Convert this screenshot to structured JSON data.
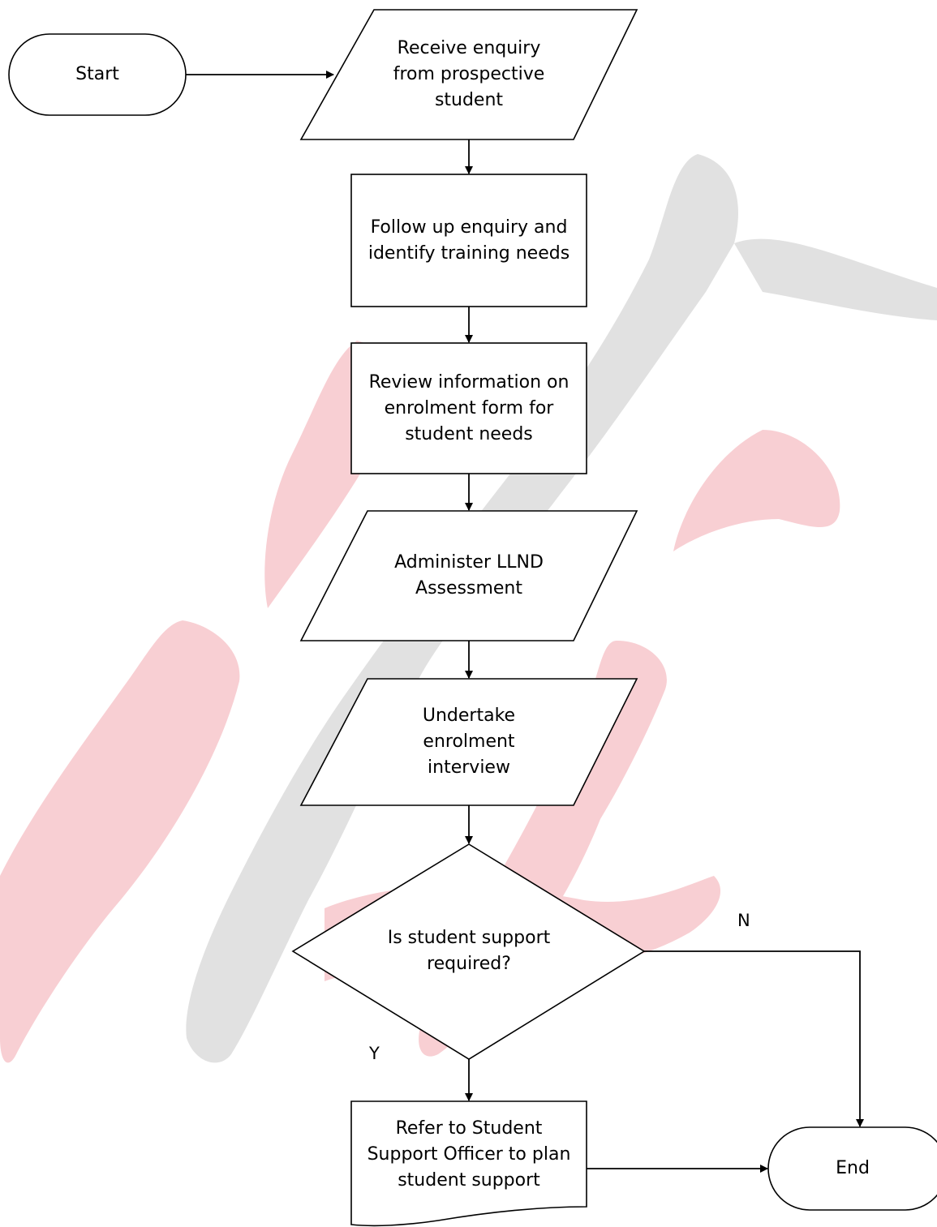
{
  "diagram": {
    "nodes": {
      "start": "Start",
      "receive": "Receive enquiry\nfrom prospective\nstudent",
      "follow": "Follow up enquiry and\nidentify training needs",
      "review": "Review information on\nenrolment form for\nstudent needs",
      "administer": "Administer LLND\nAssessment",
      "undertake": "Undertake\nenrolment\ninterview",
      "decision": "Is student support\nrequired?",
      "refer": "Refer to Student\nSupport Officer to plan\nstudent support",
      "end": "End"
    },
    "branch_labels": {
      "yes": "Y",
      "no": "N"
    }
  },
  "colors": {
    "watermark_red": "#f8cfd3",
    "watermark_grey": "#e1e1e1",
    "stroke": "#000000"
  }
}
